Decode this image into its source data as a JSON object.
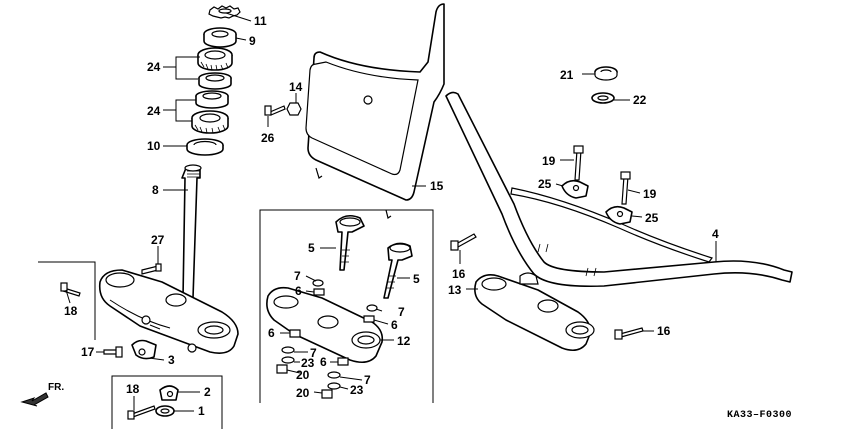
{
  "diagram": {
    "figure_code": "KA33–F0300",
    "direction_label": "FR.",
    "callouts": [
      {
        "id": "c11",
        "text": "11"
      },
      {
        "id": "c9",
        "text": "9"
      },
      {
        "id": "c24a",
        "text": "24"
      },
      {
        "id": "c24b",
        "text": "24"
      },
      {
        "id": "c10",
        "text": "10"
      },
      {
        "id": "c8",
        "text": "8"
      },
      {
        "id": "c27",
        "text": "27"
      },
      {
        "id": "c18a",
        "text": "18"
      },
      {
        "id": "c17",
        "text": "17"
      },
      {
        "id": "c3",
        "text": "3"
      },
      {
        "id": "c18b",
        "text": "18"
      },
      {
        "id": "c2",
        "text": "2"
      },
      {
        "id": "c1",
        "text": "1"
      },
      {
        "id": "c14",
        "text": "14"
      },
      {
        "id": "c26",
        "text": "26"
      },
      {
        "id": "c15",
        "text": "15"
      },
      {
        "id": "c5a",
        "text": "5"
      },
      {
        "id": "c7a",
        "text": "7"
      },
      {
        "id": "c6a",
        "text": "6"
      },
      {
        "id": "c5b",
        "text": "5"
      },
      {
        "id": "c7b",
        "text": "7"
      },
      {
        "id": "c6b",
        "text": "6"
      },
      {
        "id": "c12",
        "text": "12"
      },
      {
        "id": "c6c",
        "text": "6"
      },
      {
        "id": "c7c",
        "text": "7"
      },
      {
        "id": "c23a",
        "text": "23"
      },
      {
        "id": "c20a",
        "text": "20"
      },
      {
        "id": "c6d",
        "text": "6"
      },
      {
        "id": "c7d",
        "text": "7"
      },
      {
        "id": "c20b",
        "text": "20"
      },
      {
        "id": "c23b",
        "text": "23"
      },
      {
        "id": "c16a",
        "text": "16"
      },
      {
        "id": "c13",
        "text": "13"
      },
      {
        "id": "c16b",
        "text": "16"
      },
      {
        "id": "c21",
        "text": "21"
      },
      {
        "id": "c22",
        "text": "22"
      },
      {
        "id": "c19a",
        "text": "19"
      },
      {
        "id": "c25a",
        "text": "25"
      },
      {
        "id": "c19b",
        "text": "19"
      },
      {
        "id": "c25b",
        "text": "25"
      },
      {
        "id": "c4",
        "text": "4"
      }
    ]
  }
}
